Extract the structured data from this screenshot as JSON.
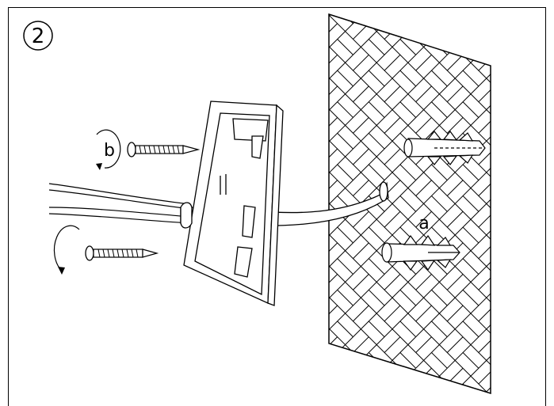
{
  "step": {
    "number": "2"
  },
  "labels": {
    "a": "a",
    "b": "b"
  },
  "colors": {
    "line": "#000000",
    "background": "#ffffff"
  }
}
